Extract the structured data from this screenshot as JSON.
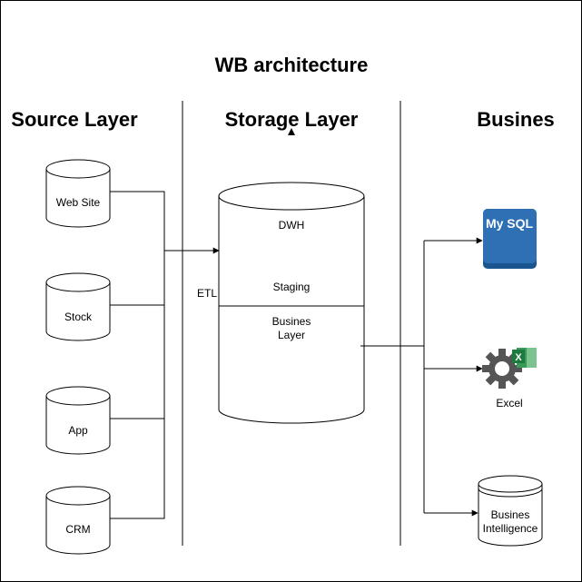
{
  "title": "WB architecture",
  "headers": {
    "source": "Source Layer",
    "storage": "Storage Layer",
    "business": "Busines"
  },
  "sources": [
    "Web Site",
    "Stock",
    "App",
    "CRM"
  ],
  "warehouse": {
    "top_label": "DWH",
    "staging_label": "Staging",
    "business_line1": "Busines",
    "business_line2": "Layer"
  },
  "etl_label": "ETL",
  "outputs": {
    "mysql": "My SQL",
    "excel": "Excel",
    "bi_line1": "Busines",
    "bi_line2": "Intelligence"
  },
  "colors": {
    "mysql_fill": "#2f6fb3",
    "mysql_stroke": "#1b5590",
    "excel_gear": "#555555",
    "excel_green": "#1f7a40"
  }
}
